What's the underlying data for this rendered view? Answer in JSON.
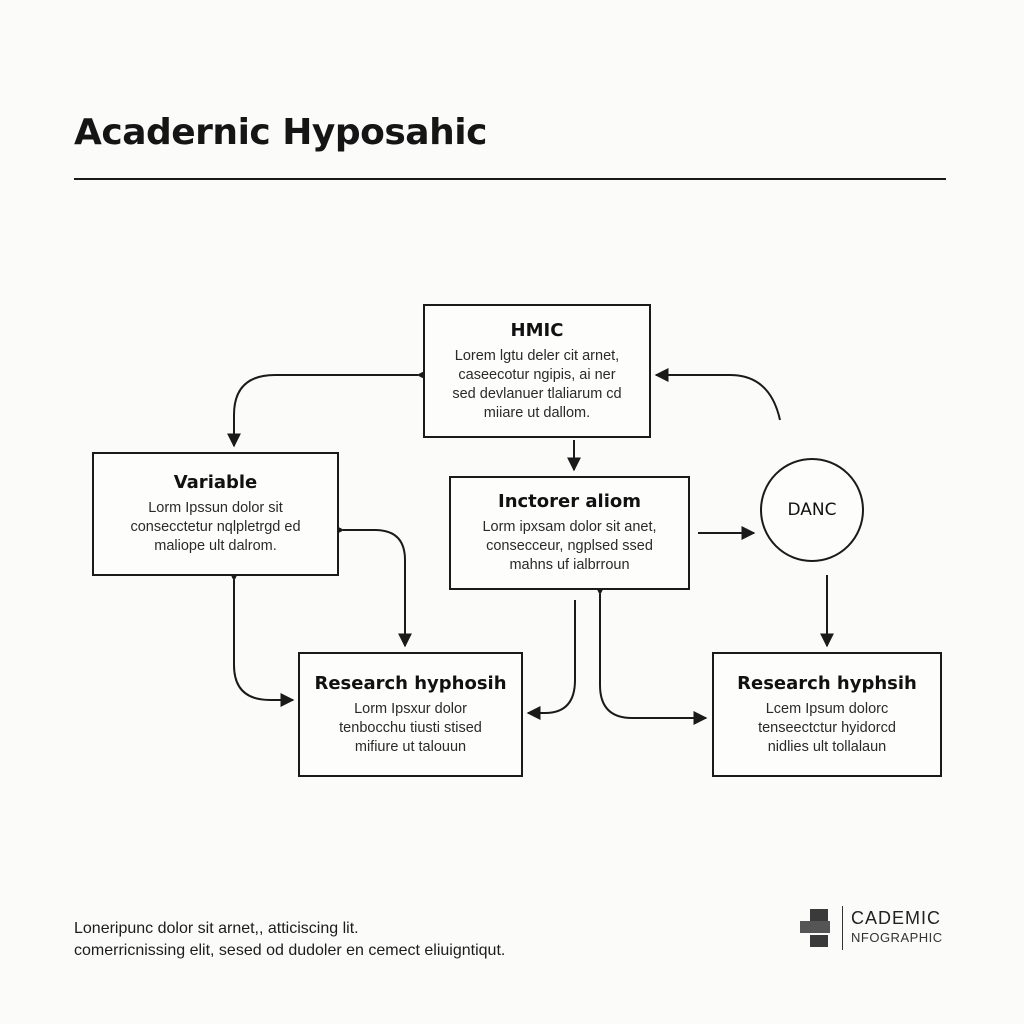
{
  "page": {
    "title": "Acadernic Hyposahic",
    "footnote": "Loneripunc dolor sit arnet,, atticiscing lit.\ncomerricnissing elit, sesed od dudoler en cemect eliuigntiqut."
  },
  "nodes": {
    "top": {
      "title": "HMIC",
      "body": "Lorem lgtu deler cit arnet,\ncaseecotur ngipis, ai ner\nsed devlanuer tlaliarum cd\nmiiare ut dallom."
    },
    "variable": {
      "title": "Variable",
      "body": "Lorm Ipssun dolor sit\nconsecctetur nqlpletrgd ed\nmaliope ult dalrom."
    },
    "center": {
      "title": "Inctorer aliom",
      "body": "Lorm ipxsam dolor sit anet,\nconsecceur, ngplsed ssed\nmahns uf ialbrroun"
    },
    "circle": {
      "label": "DANC"
    },
    "research_left": {
      "title": "Research hyphosih",
      "body": "Lorm Ipsxur dolor\ntenbocchu tiusti stised\nmifiure ut talouun"
    },
    "research_right": {
      "title": "Research hyphsih",
      "body": "Lcem Ipsum dolorc\ntenseectctur hyidorcd\nnidlies ult tollalaun"
    }
  },
  "logo": {
    "line1": "CADEMIC",
    "line2": "NFOGRAPHIC"
  },
  "colors": {
    "ink": "#1a1a1a",
    "background": "#fbfbfa"
  },
  "icons": {
    "logo": "stacked-blocks-logo-icon"
  }
}
